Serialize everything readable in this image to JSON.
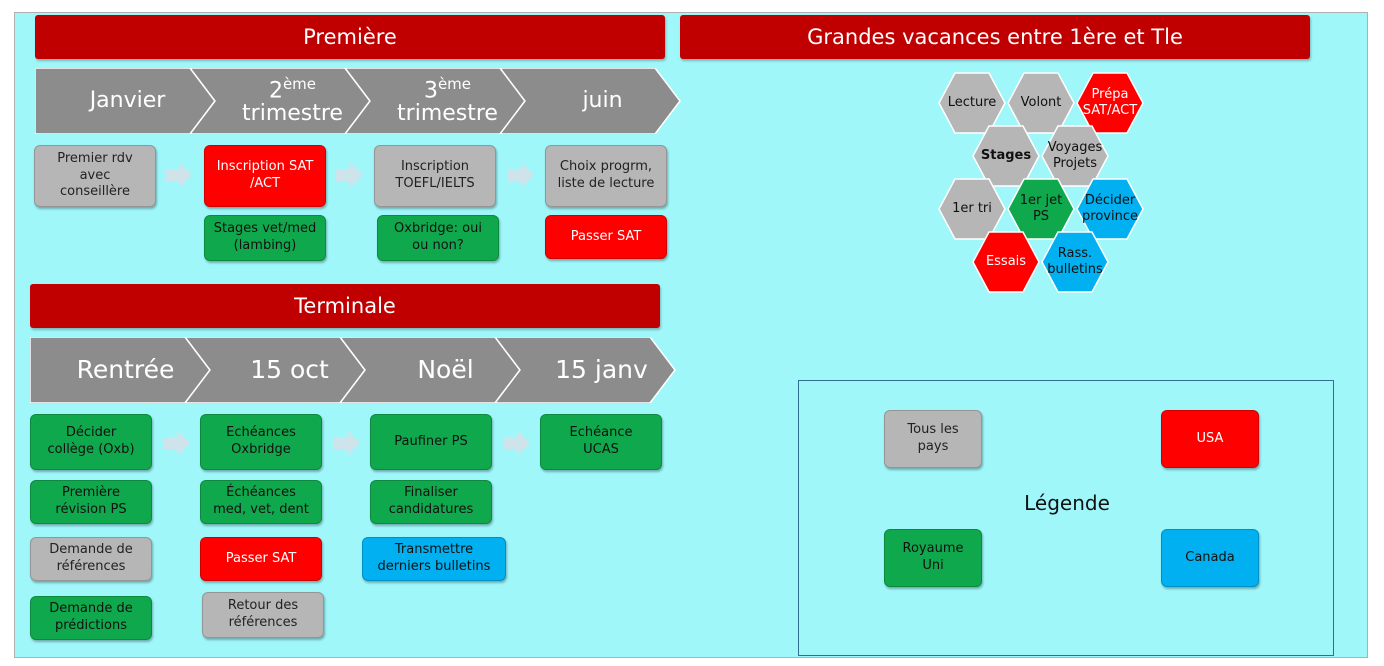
{
  "colors": {
    "background": "#9ff7fa",
    "banner": "#c00000",
    "grey": "#b6b6b6",
    "red": "#ff0000",
    "green": "#10a84c",
    "blue": "#00b0f0",
    "chevron": "#8c8c8c"
  },
  "premiere": {
    "title": "Première",
    "phases": [
      {
        "label": "Janvier",
        "sup": "",
        "line2": ""
      },
      {
        "label": "2",
        "sup": "ème",
        "line2": "trimestre"
      },
      {
        "label": "3",
        "sup": "ème",
        "line2": "trimestre"
      },
      {
        "label": "juin",
        "sup": "",
        "line2": ""
      }
    ],
    "steps": [
      "Premier rdv\navec\nconseillère",
      "Inscription SAT\n/ACT",
      "Inscription\nTOEFL/IELTS",
      "Choix progrm,\nliste de lecture"
    ],
    "extras": [
      "Stages vet/med\n(lambing)",
      "Oxbridge: oui\nou non?",
      "Passer SAT"
    ]
  },
  "summer": {
    "title": "Grandes vacances entre 1ère et Tle",
    "hexes": [
      {
        "label": "Lecture",
        "color": "grey"
      },
      {
        "label": "Volont",
        "color": "grey"
      },
      {
        "label": "Prépa\nSAT/ACT",
        "color": "red"
      },
      {
        "label": "Stages",
        "color": "grey"
      },
      {
        "label": "Voyages\nProjets",
        "color": "grey"
      },
      {
        "label": "1er tri",
        "color": "grey"
      },
      {
        "label": "1er jet\nPS",
        "color": "green"
      },
      {
        "label": "Décider\nprovince",
        "color": "blue"
      },
      {
        "label": "Essais",
        "color": "red"
      },
      {
        "label": "Rass.\nbulletins",
        "color": "blue"
      }
    ]
  },
  "terminale": {
    "title": "Terminale",
    "phases": [
      "Rentrée",
      "15 oct",
      "Noël",
      "15 janv"
    ],
    "col1": [
      "Décider\ncollège (Oxb)",
      "Première\nrévision PS",
      "Demande de\nréférences",
      "Demande de\nprédictions"
    ],
    "col2": [
      "Echéances\nOxbridge",
      "Échéances\nmed, vet, dent",
      "Passer SAT",
      "Retour des\nréférences"
    ],
    "col3": [
      "Paufiner PS",
      "Finaliser\ncandidatures",
      "Transmettre\nderniers bulletins"
    ],
    "col4": [
      "Echéance\nUCAS"
    ]
  },
  "legend": {
    "title": "Légende",
    "items": [
      {
        "label": "Tous les\npays",
        "color": "grey"
      },
      {
        "label": "USA",
        "color": "red"
      },
      {
        "label": "Royaume\nUni",
        "color": "green"
      },
      {
        "label": "Canada",
        "color": "blue"
      }
    ]
  }
}
